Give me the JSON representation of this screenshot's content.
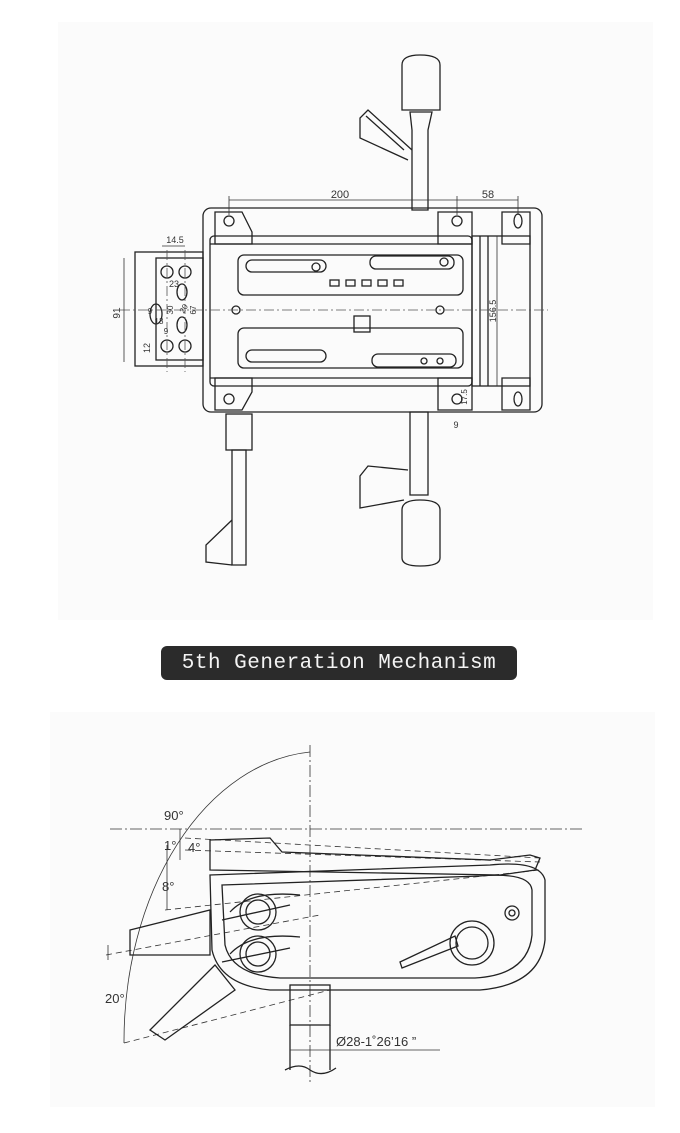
{
  "caption": "5th Generation Mechanism",
  "top_view": {
    "dims": {
      "d200": "200",
      "d58": "58",
      "d14_5": "14.5",
      "d23": "23",
      "d91": "91",
      "d13": "13",
      "d30": "30",
      "d20": "20",
      "d9a": "9",
      "d9b": "9",
      "d67": "67",
      "d12": "12",
      "d156_5": "156.5",
      "d17_5": "17.5",
      "d9c": "9"
    }
  },
  "side_view": {
    "angles": {
      "a90": "90°",
      "a1": "1°",
      "a4": "4°",
      "a8": "8°",
      "a20": "20°"
    },
    "shaft": "Ø28-1˚26’16 ”"
  }
}
